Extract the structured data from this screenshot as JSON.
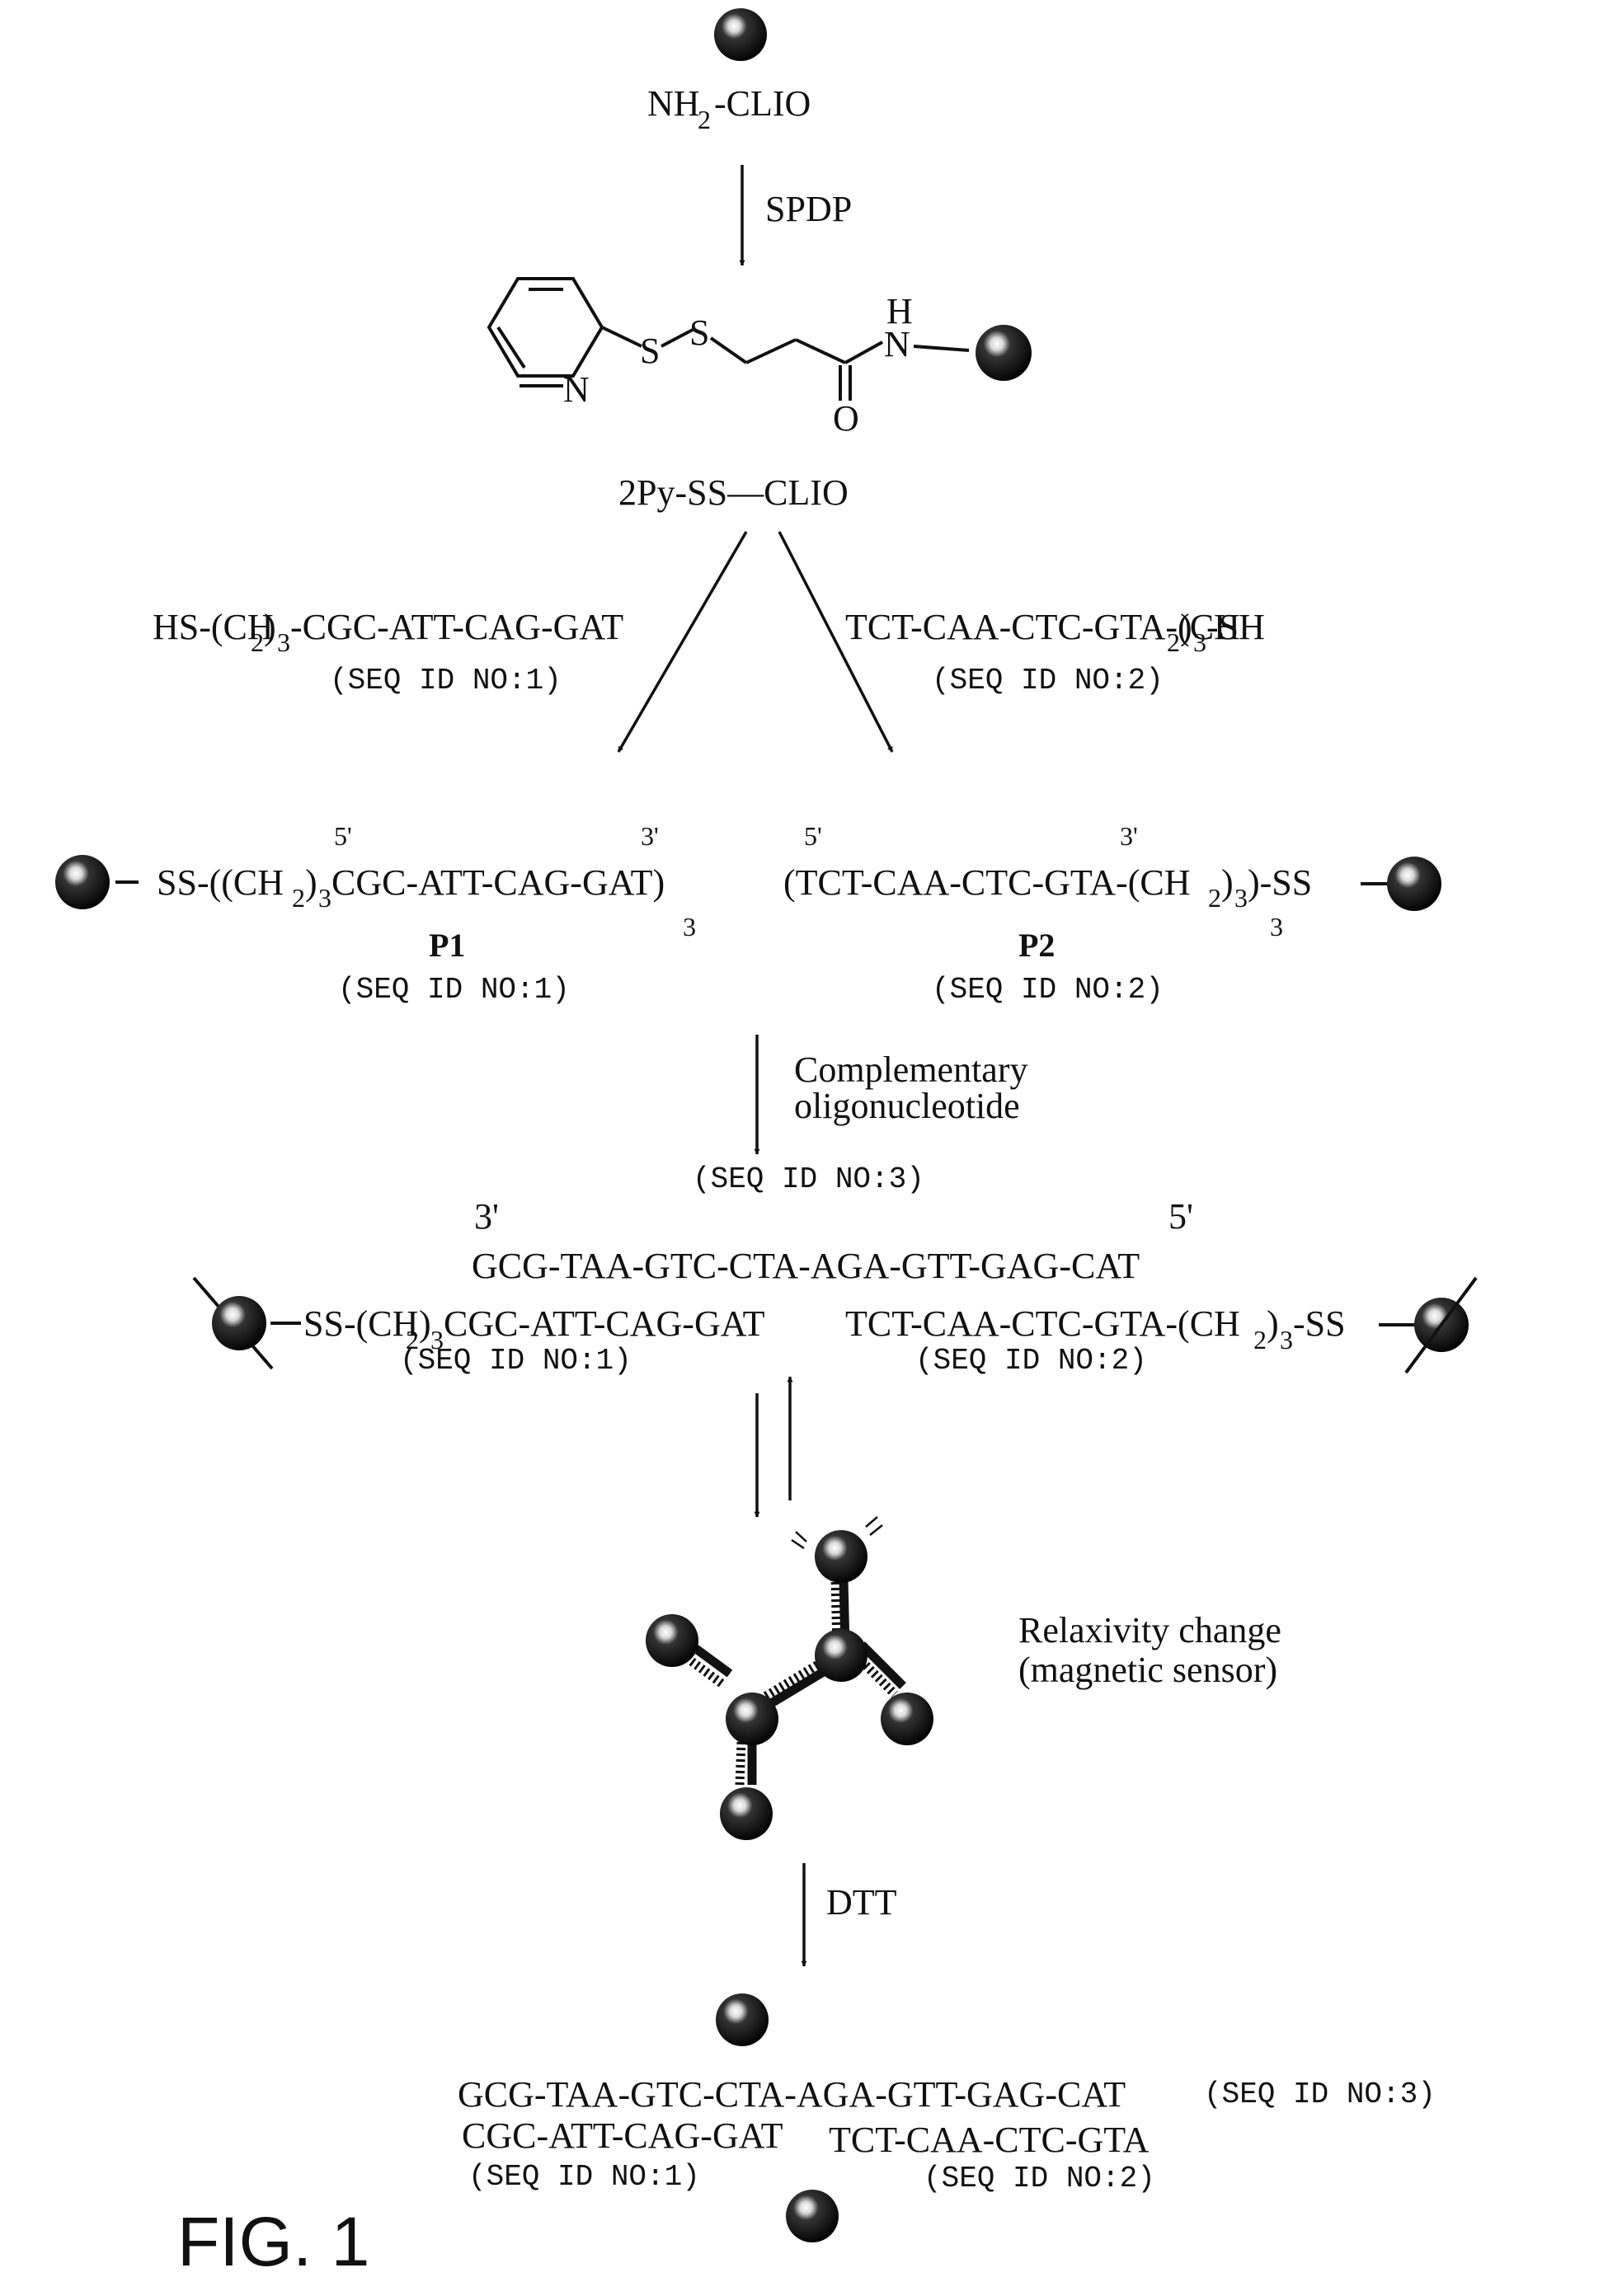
{
  "figure_label": "FIG. 1",
  "steps": {
    "start_left": "NH",
    "start_sub": "2",
    "start_right": "-CLIO",
    "reagent_1": "SPDP",
    "struct_S1": "S",
    "struct_S2": "S",
    "struct_N_ring": "N",
    "struct_H": "H",
    "struct_N_amide": "N",
    "struct_O": "O",
    "intermediate": "2Py-SS—CLIO"
  },
  "branch_left": {
    "formula_a": "HS-(CH",
    "formula_sub": "2",
    "formula_b": ")",
    "formula_sub2": "3",
    "formula_c": "-CGC-ATT-CAG-GAT",
    "seq_id": "(SEQ ID NO:1)"
  },
  "branch_right": {
    "formula_a": "TCT-CAA-CTC-GTA-(CH",
    "formula_sub": "2",
    "formula_b": ")",
    "formula_sub2": "3",
    "formula_c": "-SH",
    "seq_id": "(SEQ ID NO:2)"
  },
  "probe_p1": {
    "prime5": "5'",
    "prime3": "3'",
    "formula_a": "SS-((CH",
    "formula_sub": "2",
    "formula_b": ")",
    "formula_sub2": "3",
    "formula_c": "CGC-ATT-CAG-GAT)",
    "multiplier": "3",
    "name": "P1",
    "seq_id": "(SEQ ID NO:1)"
  },
  "probe_p2": {
    "prime5": "5'",
    "prime3": "3'",
    "formula_a": "(TCT-CAA-CTC-GTA-(CH",
    "formula_sub": "2",
    "formula_b": ")",
    "formula_sub2": "3",
    "formula_c": ")-SS",
    "multiplier": "3",
    "name": "P2",
    "seq_id": "(SEQ ID NO:2)"
  },
  "hybridization": {
    "reagent_line1": "Complementary",
    "reagent_line2": "oligonucleotide",
    "target_seq_id": "(SEQ ID NO:3)",
    "prime3": "3'",
    "prime5": "5'",
    "target": "GCG-TAA-GTC-CTA-AGA-GTT-GAG-CAT",
    "left_a": "SS-(CH",
    "left_sub": "2",
    "left_b": ")",
    "left_sub2": "3",
    "left_c": "CGC-ATT-CAG-GAT",
    "right_a": "TCT-CAA-CTC-GTA-(CH",
    "right_sub": "2",
    "right_b": ")",
    "right_sub2": "3",
    "right_c": "-SS",
    "left_seq_id": "(SEQ ID NO:1)",
    "right_seq_id": "(SEQ ID NO:2)"
  },
  "cluster": {
    "label_line1": "Relaxivity change",
    "label_line2": "(magnetic sensor)"
  },
  "release": {
    "reagent": "DTT",
    "target": "GCG-TAA-GTC-CTA-AGA-GTT-GAG-CAT",
    "target_seq_id": "(SEQ ID NO:3)",
    "left_oligo": "CGC-ATT-CAG-GAT",
    "right_oligo": "TCT-CAA-CTC-GTA",
    "left_seq_id": "(SEQ ID NO:1)",
    "right_seq_id": "(SEQ ID NO:2)"
  }
}
